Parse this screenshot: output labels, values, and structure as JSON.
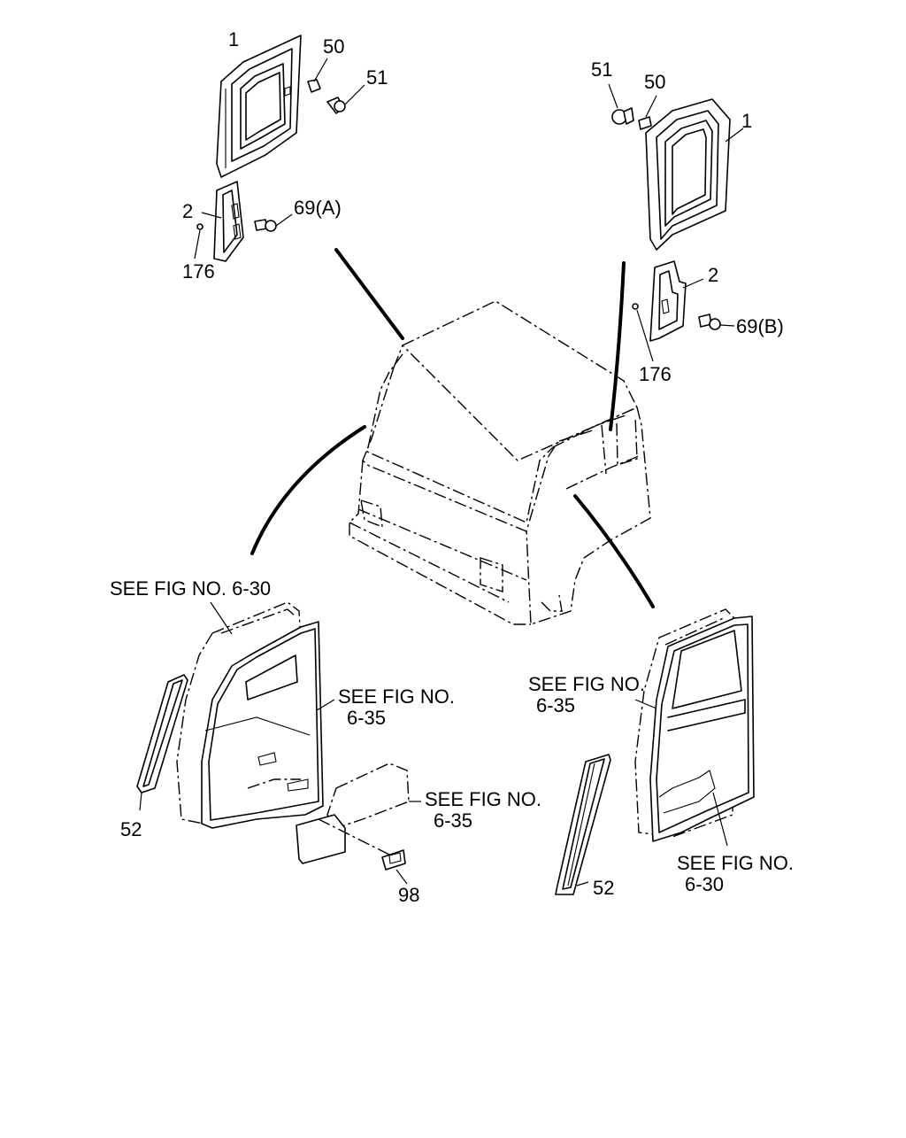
{
  "callouts": {
    "p1_left": "1",
    "p50_left": "50",
    "p51_left": "51",
    "p2_left": "2",
    "p69a": "69(A)",
    "p176_left": "176",
    "p51_right": "51",
    "p50_right": "50",
    "p1_right": "1",
    "p2_right": "2",
    "p69b": "69(B)",
    "p176_right": "176",
    "p52_left": "52",
    "p98": "98",
    "p52_right": "52"
  },
  "references": {
    "ref_630_left": "SEE FIG NO. 6-30",
    "ref_635_left_a": "SEE FIG NO.",
    "ref_635_left_b": "6-35",
    "ref_635_trim_a": "SEE FIG NO.",
    "ref_635_trim_b": "6-35",
    "ref_635_right_a": "SEE FIG NO.",
    "ref_635_right_b": "6-35",
    "ref_630_right_a": "SEE FIG NO.",
    "ref_630_right_b": "6-30"
  }
}
